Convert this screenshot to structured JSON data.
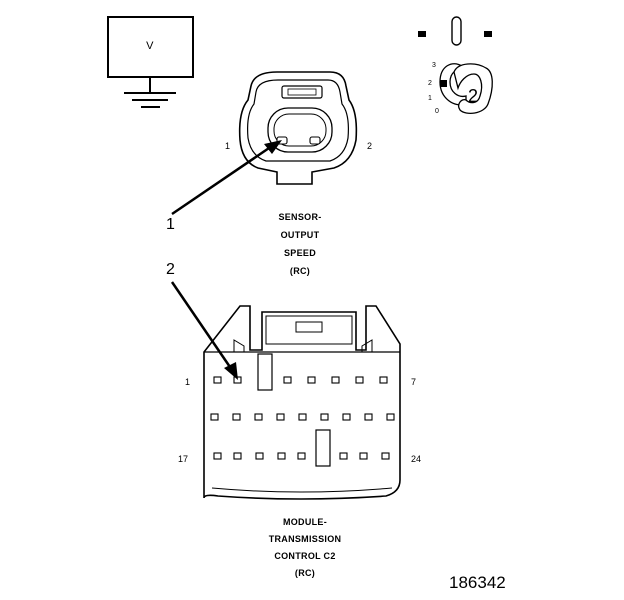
{
  "meter": {
    "label": "V"
  },
  "sensor_connector": {
    "title_lines": [
      "SENSOR-",
      "OUTPUT",
      "SPEED",
      "(RC)"
    ],
    "pin_left": "1",
    "pin_right": "2"
  },
  "module_connector": {
    "title_lines": [
      "MODULE-",
      "TRANSMISSION",
      "CONTROL C2",
      "(RC)"
    ],
    "pin_top_left": "1",
    "pin_top_right": "7",
    "pin_bottom_left": "17",
    "pin_bottom_right": "24"
  },
  "callouts": {
    "one": "1",
    "two": "2"
  },
  "key_inset": {
    "badge": "2",
    "positions": [
      "3",
      "2",
      "1",
      "0"
    ]
  },
  "figure_number": "186342"
}
